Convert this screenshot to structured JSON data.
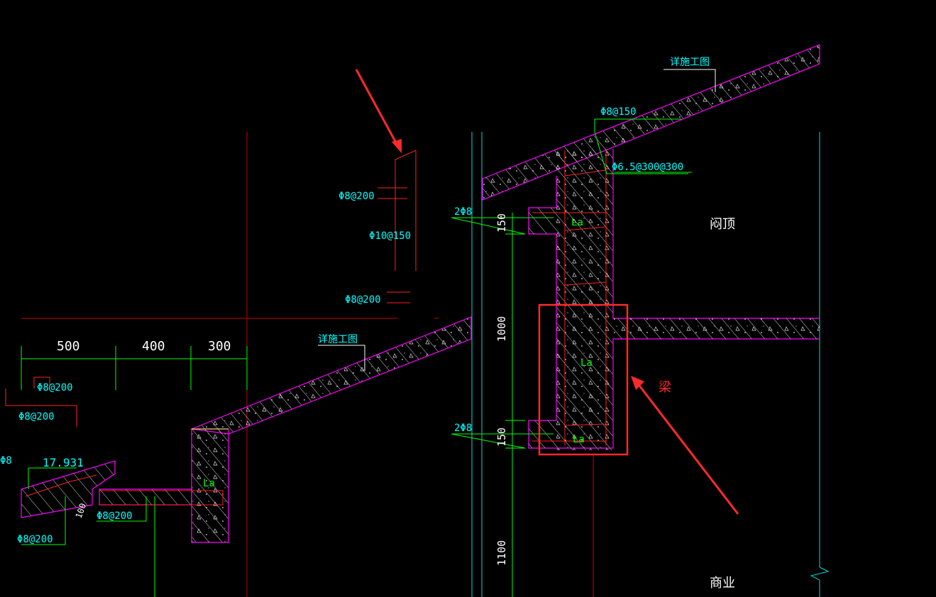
{
  "colors": {
    "background": "#000000",
    "outline": "#ff00ff",
    "hatch": "#ffffff",
    "rebar": "#ff2020",
    "dimension": "#00ff00",
    "annotation": "#00ffff",
    "label": "#00ff00",
    "highlight": "#ff2a2a",
    "gridline": "#cc0000",
    "axis": "#00ffff"
  },
  "labels": {
    "detail_ref_top": "详施工图",
    "detail_ref_mid": "详施工图",
    "room_top": "闷顶",
    "room_bottom": "商业",
    "beam_callout": "梁"
  },
  "rebar_notes": {
    "r1": "Φ8@150",
    "r2": "Φ6.5@300@300",
    "r3": "Φ8@200",
    "r4": "Φ10@150",
    "r5": "Φ8@200",
    "r6": "Φ8@200",
    "r7": "Φ8@200",
    "r8": "Φ8@200",
    "r9": "Φ8@200",
    "r10": "2Φ8",
    "r11": "2Φ8",
    "r12": "Φ8"
  },
  "anchor_labels": {
    "la1": "La",
    "la2": "La",
    "la3": "La",
    "la4": "La"
  },
  "dimensions": {
    "d500": "500",
    "d400": "400",
    "d300": "300",
    "d150a": "150",
    "d1000": "1000",
    "d150b": "150",
    "d1100": "1100",
    "elev": "17.931",
    "d100": "100"
  }
}
